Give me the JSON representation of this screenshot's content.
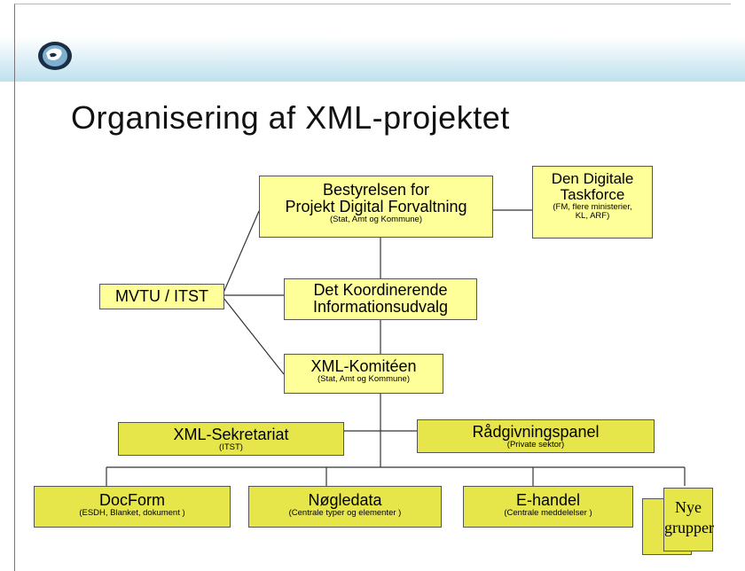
{
  "slide": {
    "title": "Organisering af XML-projektet",
    "logo_icon": "globe-logo-icon"
  },
  "nodes": {
    "board": {
      "title": "Bestyrelsen for",
      "title2": "Projekt Digital Forvaltning",
      "sub": "(Stat, Amt og Kommune)"
    },
    "taskforce": {
      "title": "Den Digitale",
      "title2": "Taskforce",
      "sub": "(FM, flere ministerier,",
      "sub2": "KL, ARF)"
    },
    "mvtu": {
      "title": "MVTU / ITST"
    },
    "committee_info": {
      "title": "Det Koordinerende",
      "title2": "Informationsudvalg"
    },
    "xml_committee": {
      "title": "XML-Komitéen",
      "sub": "(Stat, Amt og Kommune)"
    },
    "secretariat": {
      "title": "XML-Sekretariat",
      "sub": "(ITST)"
    },
    "advisory": {
      "title": "Rådgivningspanel",
      "sub": "(Private sektor)"
    },
    "docform": {
      "title": "DocForm",
      "sub": "(ESDH, Blanket,  dokument )"
    },
    "keydata": {
      "title": "Nøgledata",
      "sub": "(Centrale  typer og elementer )"
    },
    "ehandel": {
      "title": "E-handel",
      "sub": "(Centrale  meddelelser )"
    },
    "new_groups": {
      "title": "Nye",
      "title2": "grupper"
    }
  },
  "colors": {
    "light_box": "#ffff99",
    "olive_box": "#e6e64a",
    "band": "#bfe0ee"
  }
}
